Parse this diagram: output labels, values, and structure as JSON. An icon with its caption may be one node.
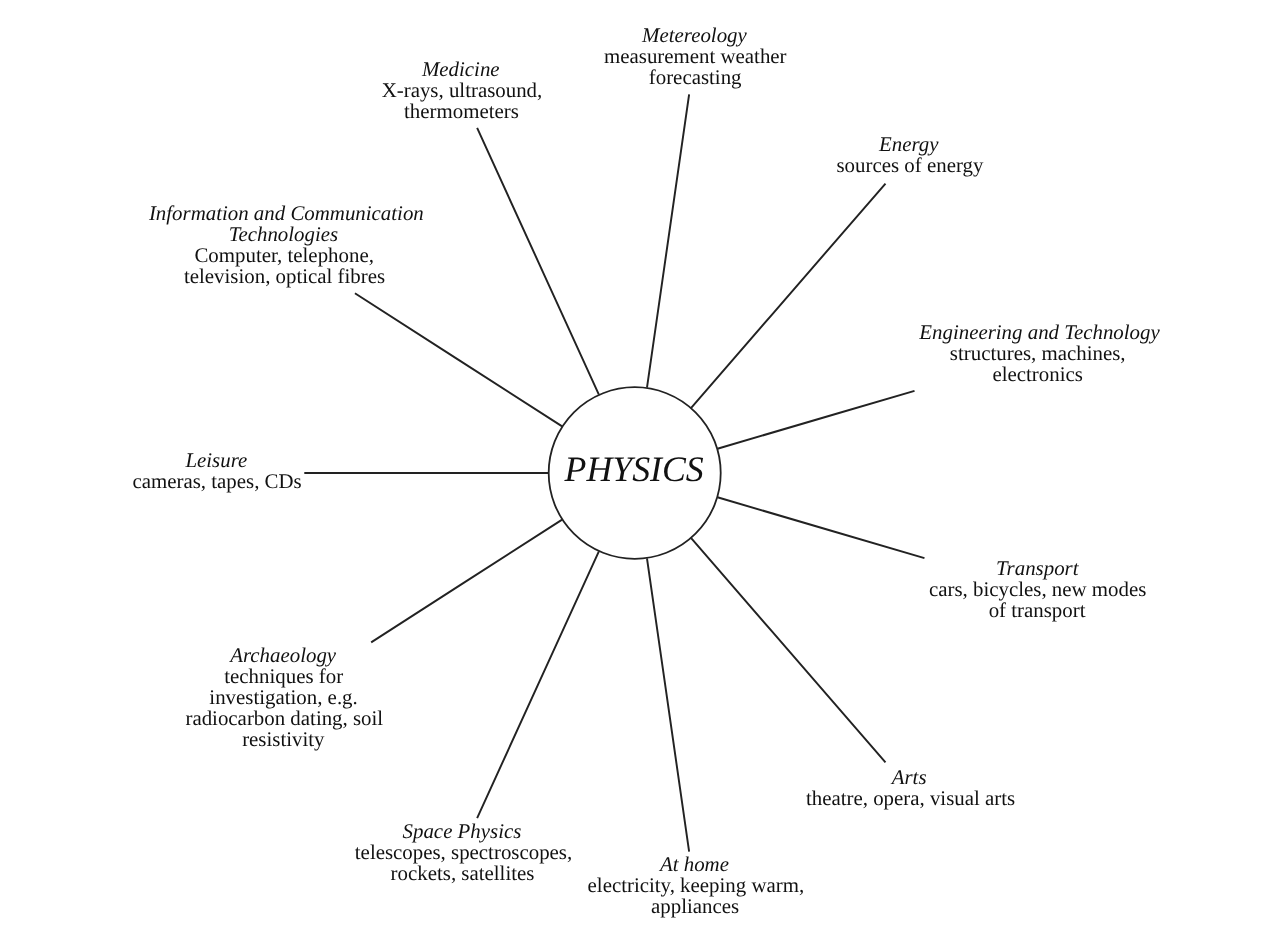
{
  "diagram": {
    "nodes": [
      {
        "text": [
          "PHYSICS"
        ]
      },
      {
        "text": [
          "Metereology",
          "measurement weather forecasting"
        ]
      },
      {
        "text": [
          "Energy",
          "sources of energy"
        ]
      },
      {
        "text": [
          "Engineering and Technology",
          "structures, machines, electronics"
        ]
      },
      {
        "text": [
          "Transport",
          "cars, bicycles, new modes of transport"
        ]
      },
      {
        "text": [
          "Arts",
          "theatre, opera, visual arts"
        ]
      },
      {
        "text": [
          "At home",
          "electricity, keeping warm, appliances"
        ]
      },
      {
        "text": [
          "Space Physics",
          "telescopes, spectroscopes, rockets, satellites"
        ]
      },
      {
        "text": [
          "Archaeology",
          "techniques for investigation, e.g. radiocarbon dating, soil resistivity"
        ]
      },
      {
        "text": [
          "Leisure",
          "cameras, tapes, CDs"
        ]
      },
      {
        "text": [
          "Information and Communication Technologies",
          "Computer, telephone, television, optical fibres"
        ]
      },
      {
        "text": [
          "Medicine",
          "X-rays, ultrasound, thermometers"
        ]
      }
    ],
    "edges": [
      {
        "from": 0,
        "to": 1,
        "arrow": "none"
      },
      {
        "from": 0,
        "to": 2,
        "arrow": "none"
      },
      {
        "from": 0,
        "to": 3,
        "arrow": "none"
      },
      {
        "from": 0,
        "to": 4,
        "arrow": "none"
      },
      {
        "from": 0,
        "to": 5,
        "arrow": "none"
      },
      {
        "from": 0,
        "to": 6,
        "arrow": "none"
      },
      {
        "from": 0,
        "to": 7,
        "arrow": "none"
      },
      {
        "from": 0,
        "to": 8,
        "arrow": "none"
      },
      {
        "from": 0,
        "to": 9,
        "arrow": "none"
      },
      {
        "from": 0,
        "to": 10,
        "arrow": "none"
      },
      {
        "from": 0,
        "to": 11,
        "arrow": "none"
      }
    ]
  }
}
